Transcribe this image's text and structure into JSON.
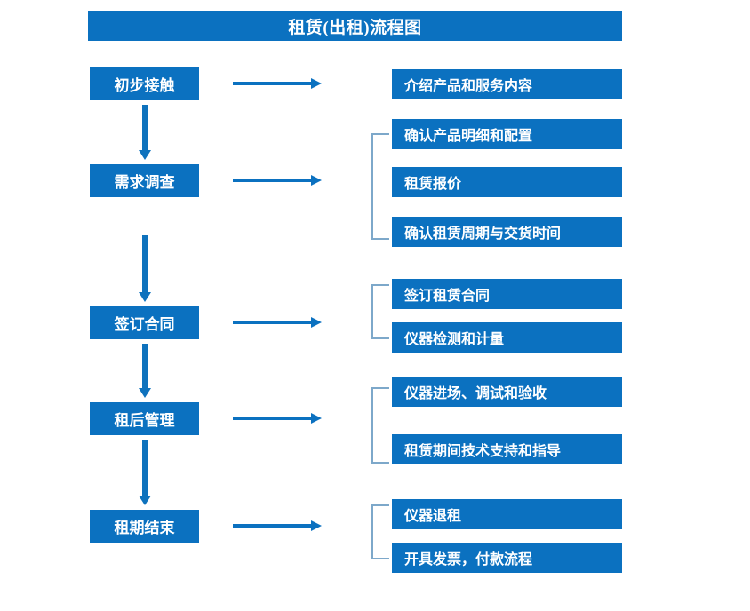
{
  "title": "租赁(出租)流程图",
  "colors": {
    "primary_blue": "#0b71c0",
    "arrow_blue": "#0e72bd",
    "bracket_blue": "#7da8ca",
    "box_text": "#ffffff",
    "background": "#ffffff"
  },
  "stages": [
    {
      "label": "初步接触"
    },
    {
      "label": "需求调查"
    },
    {
      "label": "签订合同"
    },
    {
      "label": "租后管理"
    },
    {
      "label": "租期结束"
    }
  ],
  "details": [
    {
      "label": "介绍产品和服务内容"
    },
    {
      "label": "确认产品明细和配置"
    },
    {
      "label": "租赁报价"
    },
    {
      "label": "确认租赁周期与交货时间"
    },
    {
      "label": "签订租赁合同"
    },
    {
      "label": "仪器检测和计量"
    },
    {
      "label": "仪器进场、调试和验收"
    },
    {
      "label": "租赁期间技术支持和指导"
    },
    {
      "label": "仪器退租"
    },
    {
      "label": "开具发票，付款流程"
    }
  ],
  "groups": [
    {
      "stage": "需求调查",
      "items": [
        "确认产品明细和配置",
        "租赁报价",
        "确认租赁周期与交货时间"
      ]
    },
    {
      "stage": "签订合同",
      "items": [
        "签订租赁合同",
        "仪器检测和计量"
      ]
    },
    {
      "stage": "租后管理",
      "items": [
        "仪器进场、调试和验收",
        "租赁期间技术支持和指导"
      ]
    },
    {
      "stage": "租期结束",
      "items": [
        "仪器退租",
        "开具发票，付款流程"
      ]
    }
  ]
}
